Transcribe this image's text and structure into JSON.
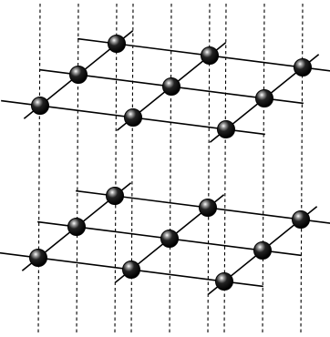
{
  "diagram": {
    "layers": 2,
    "rows_per_layer": 3,
    "atoms_per_row": 3,
    "colors": {
      "background": "#ffffff",
      "ink": "#000000",
      "atom_fill": "#111111",
      "atom_highlight": "#ffffff"
    }
  }
}
